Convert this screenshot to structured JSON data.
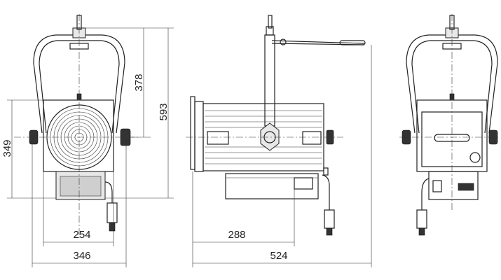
{
  "dimensions": {
    "front_yoke_height": "378",
    "front_total_height": "593",
    "front_body_height": "349",
    "front_body_width": "254",
    "front_total_width": "346",
    "side_body_depth": "288",
    "side_total_length": "524"
  },
  "views": [
    "front",
    "side",
    "back"
  ]
}
